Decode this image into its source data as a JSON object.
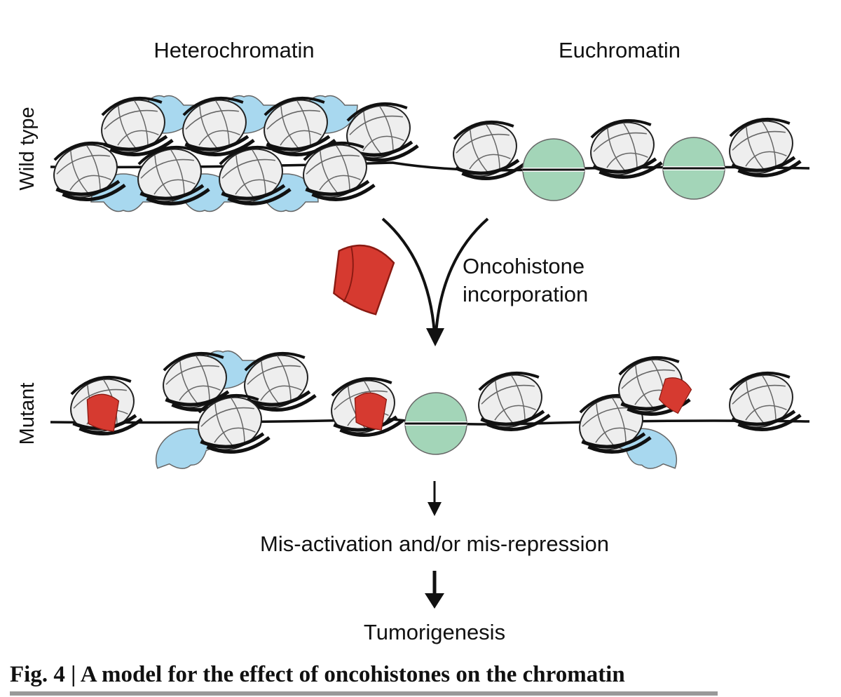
{
  "labels": {
    "heterochromatin": "Heterochromatin",
    "euchromatin": "Euchromatin",
    "wild_type": "Wild type",
    "mutant": "Mutant",
    "oncohistone_line1": "Oncohistone",
    "oncohistone_line2": "incorporation",
    "misactivation": "Mis-activation and/or mis-repression",
    "tumorigenesis": "Tumorigenesis"
  },
  "caption": {
    "title": "Fig. 4 | A model for the effect of oncohistones on the chromatin"
  },
  "colors": {
    "heterochromatin_protein": "#a8d8ef",
    "euchromatin_protein": "#a3d5b8",
    "nucleosome": "#eeeeee",
    "oncohistone": "#d63a30",
    "dna": "#111111"
  }
}
